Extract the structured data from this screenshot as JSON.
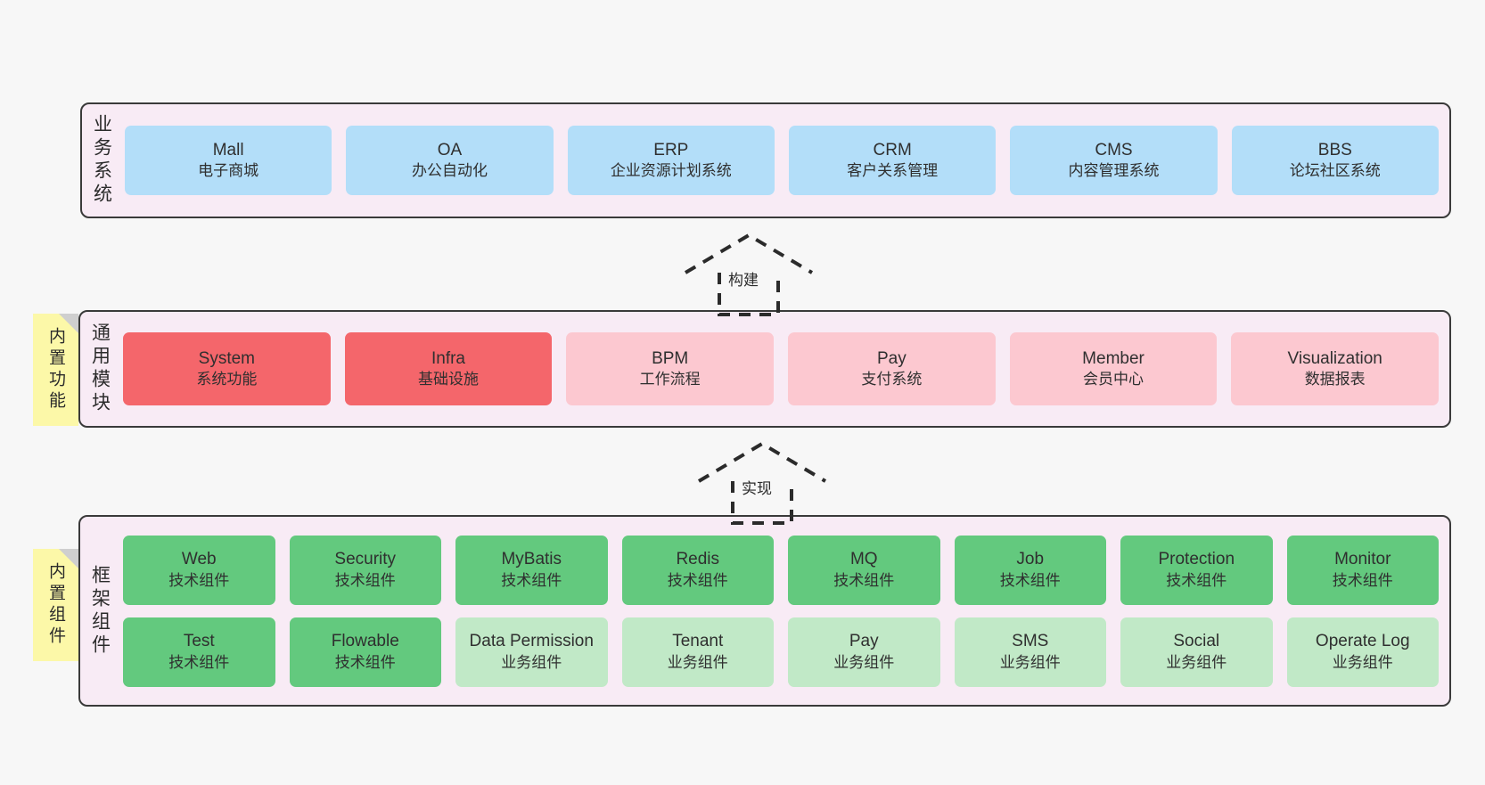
{
  "diagram": {
    "background_color": "#f7f7f7",
    "panel_color": "#f8ebf5",
    "panel_border_color": "#3a3a3a",
    "note_color": "#fcf8a8",
    "colors": {
      "business": "#b3def9",
      "module_core": "#f4666b",
      "module_optional": "#fcc8d0",
      "component_tech": "#63c97e",
      "component_biz": "#c1e9c7"
    }
  },
  "layers": {
    "business": {
      "label": "业务系统",
      "items": [
        {
          "en": "Mall",
          "cn": "电子商城",
          "color": "c-blue"
        },
        {
          "en": "OA",
          "cn": "办公自动化",
          "color": "c-blue"
        },
        {
          "en": "ERP",
          "cn": "企业资源计划系统",
          "color": "c-blue"
        },
        {
          "en": "CRM",
          "cn": "客户关系管理",
          "color": "c-blue"
        },
        {
          "en": "CMS",
          "cn": "内容管理系统",
          "color": "c-blue"
        },
        {
          "en": "BBS",
          "cn": "论坛社区系统",
          "color": "c-blue"
        }
      ]
    },
    "modules": {
      "label": "通用模块",
      "note": "内置功能",
      "items": [
        {
          "en": "System",
          "cn": "系统功能",
          "color": "c-red"
        },
        {
          "en": "Infra",
          "cn": "基础设施",
          "color": "c-red"
        },
        {
          "en": "BPM",
          "cn": "工作流程",
          "color": "c-pink"
        },
        {
          "en": "Pay",
          "cn": "支付系统",
          "color": "c-pink"
        },
        {
          "en": "Member",
          "cn": "会员中心",
          "color": "c-pink"
        },
        {
          "en": "Visualization",
          "cn": "数据报表",
          "color": "c-pink"
        }
      ]
    },
    "framework": {
      "label": "框架组件",
      "note": "内置组件",
      "row1": [
        {
          "en": "Web",
          "cn": "技术组件",
          "color": "c-green"
        },
        {
          "en": "Security",
          "cn": "技术组件",
          "color": "c-green"
        },
        {
          "en": "MyBatis",
          "cn": "技术组件",
          "color": "c-green"
        },
        {
          "en": "Redis",
          "cn": "技术组件",
          "color": "c-green"
        },
        {
          "en": "MQ",
          "cn": "技术组件",
          "color": "c-green"
        },
        {
          "en": "Job",
          "cn": "技术组件",
          "color": "c-green"
        },
        {
          "en": "Protection",
          "cn": "技术组件",
          "color": "c-green"
        },
        {
          "en": "Monitor",
          "cn": "技术组件",
          "color": "c-green"
        }
      ],
      "row2": [
        {
          "en": "Test",
          "cn": "技术组件",
          "color": "c-green"
        },
        {
          "en": "Flowable",
          "cn": "技术组件",
          "color": "c-green"
        },
        {
          "en": "Data Permission",
          "cn": "业务组件",
          "color": "c-lightgreen"
        },
        {
          "en": "Tenant",
          "cn": "业务组件",
          "color": "c-lightgreen"
        },
        {
          "en": "Pay",
          "cn": "业务组件",
          "color": "c-lightgreen"
        },
        {
          "en": "SMS",
          "cn": "业务组件",
          "color": "c-lightgreen"
        },
        {
          "en": "Social",
          "cn": "业务组件",
          "color": "c-lightgreen"
        },
        {
          "en": "Operate Log",
          "cn": "业务组件",
          "color": "c-lightgreen"
        }
      ]
    }
  },
  "connectors": [
    {
      "id": "build",
      "label": "构建",
      "from": "modules",
      "to": "business"
    },
    {
      "id": "implement",
      "label": "实现",
      "from": "framework",
      "to": "modules"
    }
  ]
}
